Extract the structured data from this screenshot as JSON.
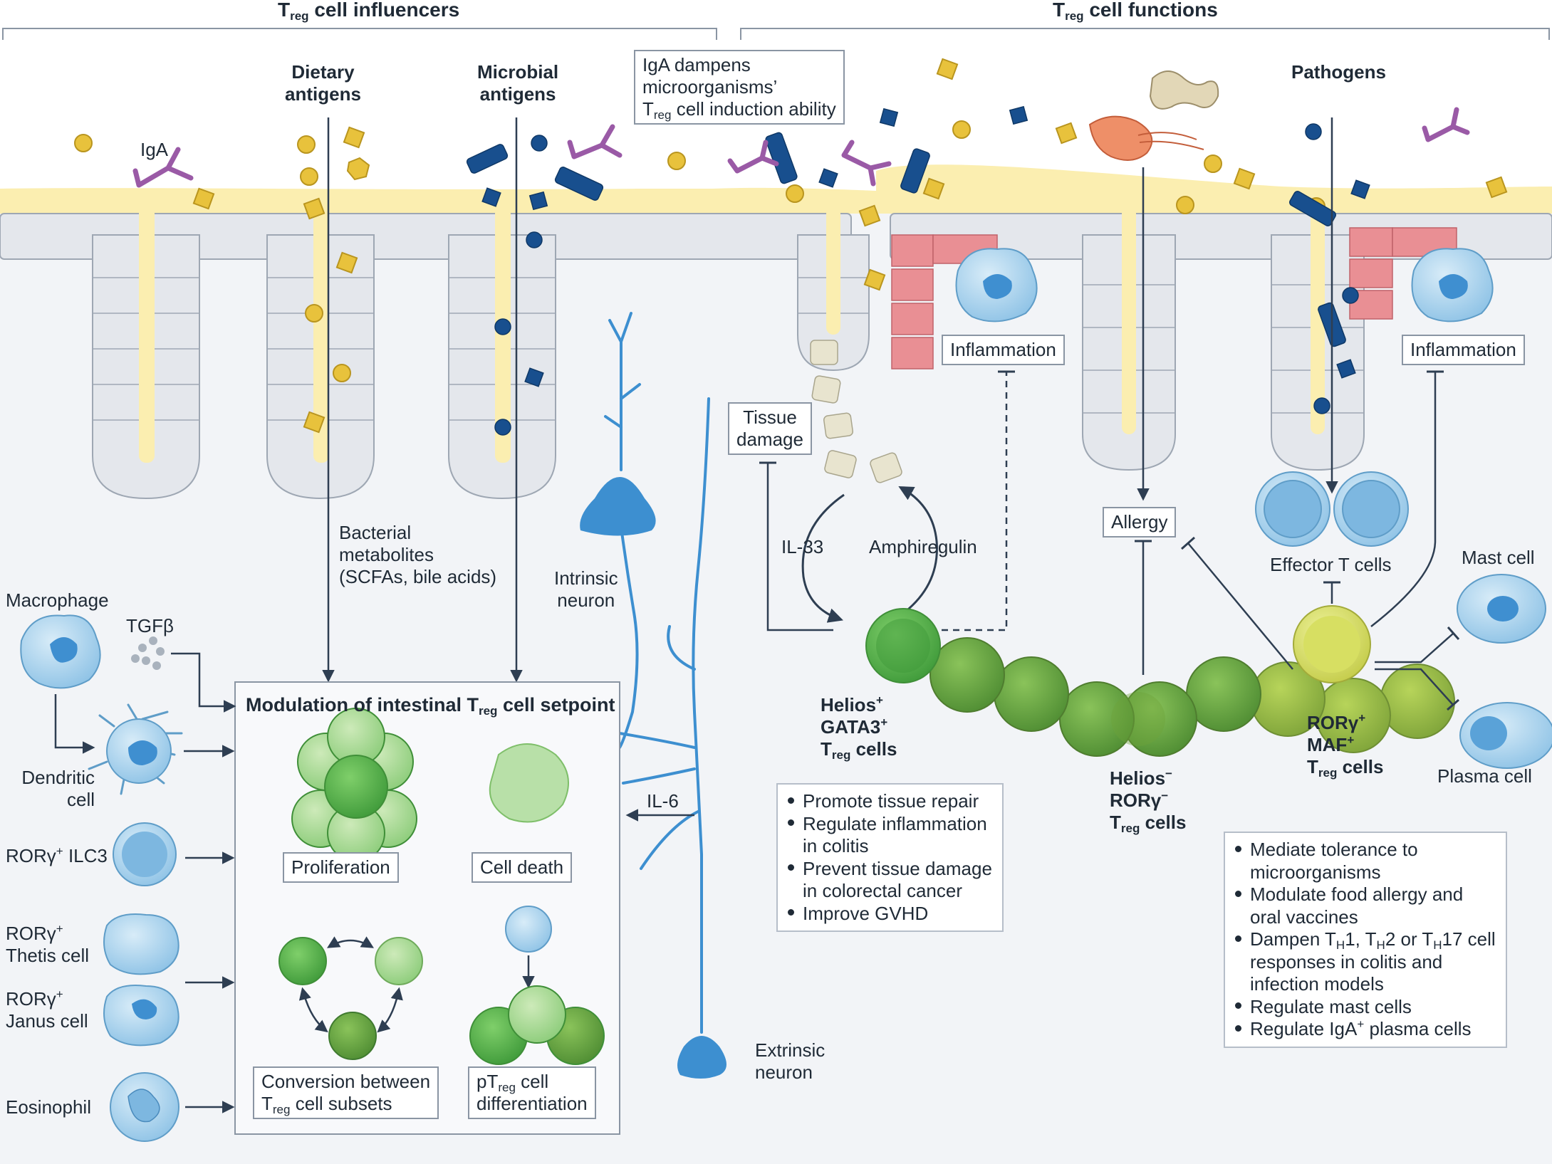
{
  "header": {
    "left_title": "cell influencers",
    "right_title": "cell functions",
    "treg": "T",
    "reg_sub": "reg"
  },
  "labels": {
    "iga": "IgA",
    "dietary_1": "Dietary",
    "dietary_2": "antigens",
    "microbial_1": "Microbial",
    "microbial_2": "antigens",
    "iga_box_1": "IgA dampens",
    "iga_box_2": "microorganisms’",
    "iga_box_3": "cell induction ability",
    "pathogens": "Pathogens",
    "bact_1": "Bacterial",
    "bact_2": "metabolites",
    "bact_3": "(SCFAs, bile acids)",
    "intrinsic_1": "Intrinsic",
    "intrinsic_2": "neuron",
    "extrinsic_1": "Extrinsic",
    "extrinsic_2": "neuron",
    "il6": "IL-6",
    "il33": "IL-33",
    "amphiregulin": "Amphiregulin",
    "tissue_1": "Tissue",
    "tissue_2": "damage",
    "inflammation": "Inflammation",
    "allergy": "Allergy",
    "effector": "Effector T cells",
    "mast": "Mast cell",
    "plasma": "Plasma cell",
    "macrophage": "Macrophage",
    "tgfb": "TGFβ",
    "dendritic_1": "Dendritic",
    "dendritic_2": "cell",
    "rorg": "RORγ",
    "ilc3": " ILC3",
    "thetis": "Thetis cell",
    "janus": "Janus cell",
    "eosinophil": "Eosinophil",
    "plus": "+",
    "minus": "−"
  },
  "modulation": {
    "title_a": "Modulation of intestinal T",
    "title_b": " cell setpoint",
    "proliferation": "Proliferation",
    "cell_death": "Cell death",
    "conversion_1": "Conversion between",
    "conversion_2": " cell subsets",
    "ptreg_a": "pT",
    "ptreg_b": " cell",
    "ptreg_2": "differentiation"
  },
  "subsets": {
    "helios": "Helios",
    "gata3": "GATA3",
    "rorg": "RORγ",
    "maf": "MAF",
    "cells": " cells"
  },
  "gata3_functions": [
    "Promote tissue repair",
    "Regulate inflammation",
    "in colitis",
    "Prevent tissue damage",
    "in colorectal cancer",
    "Improve GVHD"
  ],
  "rorg_functions": {
    "l1": "Mediate tolerance to",
    "l2": "microorganisms",
    "l3": "Modulate food allergy and",
    "l4": "oral vaccines",
    "l5a": "Dampen T",
    "l5b": "1, T",
    "l5c": "2 or T",
    "l5d": "17 cell",
    "h": "H",
    "l6": "responses in colitis and",
    "l7": "infection models",
    "l8": "Regulate mast cells",
    "l9a": "Regulate IgA",
    "l9b": " plasma cells"
  },
  "colors": {
    "arrow": "#2e3e52",
    "epithelium": "#e4e7ec",
    "mucus": "#fbeeb0",
    "antigen_yellow": "#e8c23c",
    "antigen_blue": "#184f8e",
    "iga_purple": "#9a5aa6",
    "neuron_blue": "#3d8fd0",
    "immune_blue": "#a9d3ee",
    "inflamed_red": "#e98f94"
  }
}
